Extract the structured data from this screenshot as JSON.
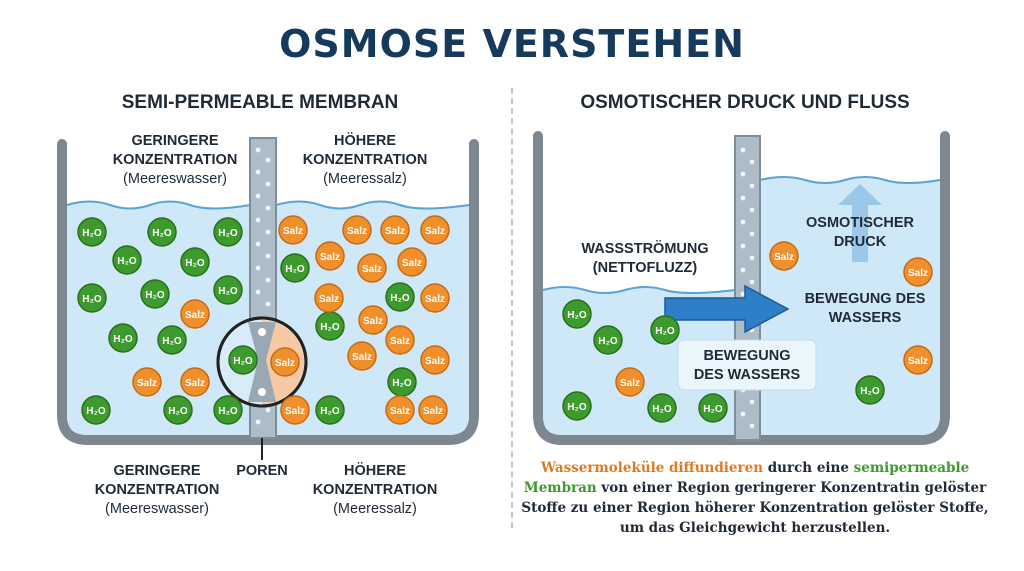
{
  "title": "OSMOSE VERSTEHEN",
  "left": {
    "heading": "SEMI-PERMEABLE MEMBRAN",
    "top_left": {
      "line1": "GERINGERE",
      "line2": "KONZENTRATION",
      "line3": "(Meereswasser)"
    },
    "top_right": {
      "line1": "HÖHERE",
      "line2": "KONZENTRATION",
      "line3": "(Meeressalz)"
    },
    "bottom_left": {
      "line1": "GERINGERE",
      "line2": "KONZENTRATION",
      "line3": "(Meereswasser)"
    },
    "bottom_center": "POREN",
    "bottom_right": {
      "line1": "HÖHERE",
      "line2": "KONZENTRATION",
      "line3": "(Meeressalz)"
    }
  },
  "right": {
    "heading": "OSMOTISCHER DRUCK UND FLUSS",
    "flow_label": {
      "line1": "WASSSTRÖMUNG",
      "line2": "(NETTOFLUZZ)"
    },
    "pressure_label": {
      "line1": "OSMOTISCHER",
      "line2": "DRUCK"
    },
    "movement_right": {
      "line1": "BEWEGUNG DES",
      "line2": "WASSERS"
    },
    "movement_box": {
      "line1": "BEWEGUNG",
      "line2": "DES WASSERS"
    }
  },
  "molecules": {
    "water": "H₂O",
    "salt": "Salz"
  },
  "description": {
    "part1": "Wassermoleküle diffundieren",
    "part2": " durch eine ",
    "part3": "semipermeable Membran",
    "part4": " von einer Region geringerer Konzentratin gelöster Stoffe zu einer Region höherer Konzentration gelöster Stoffe, um das Gleichgewicht herzustellen."
  },
  "colors": {
    "title": "#163a5c",
    "water_molecule": "#3d9a2d",
    "salt_molecule": "#f0902c",
    "arrow": "#2f7fc8",
    "water": "#cfe8f7"
  }
}
